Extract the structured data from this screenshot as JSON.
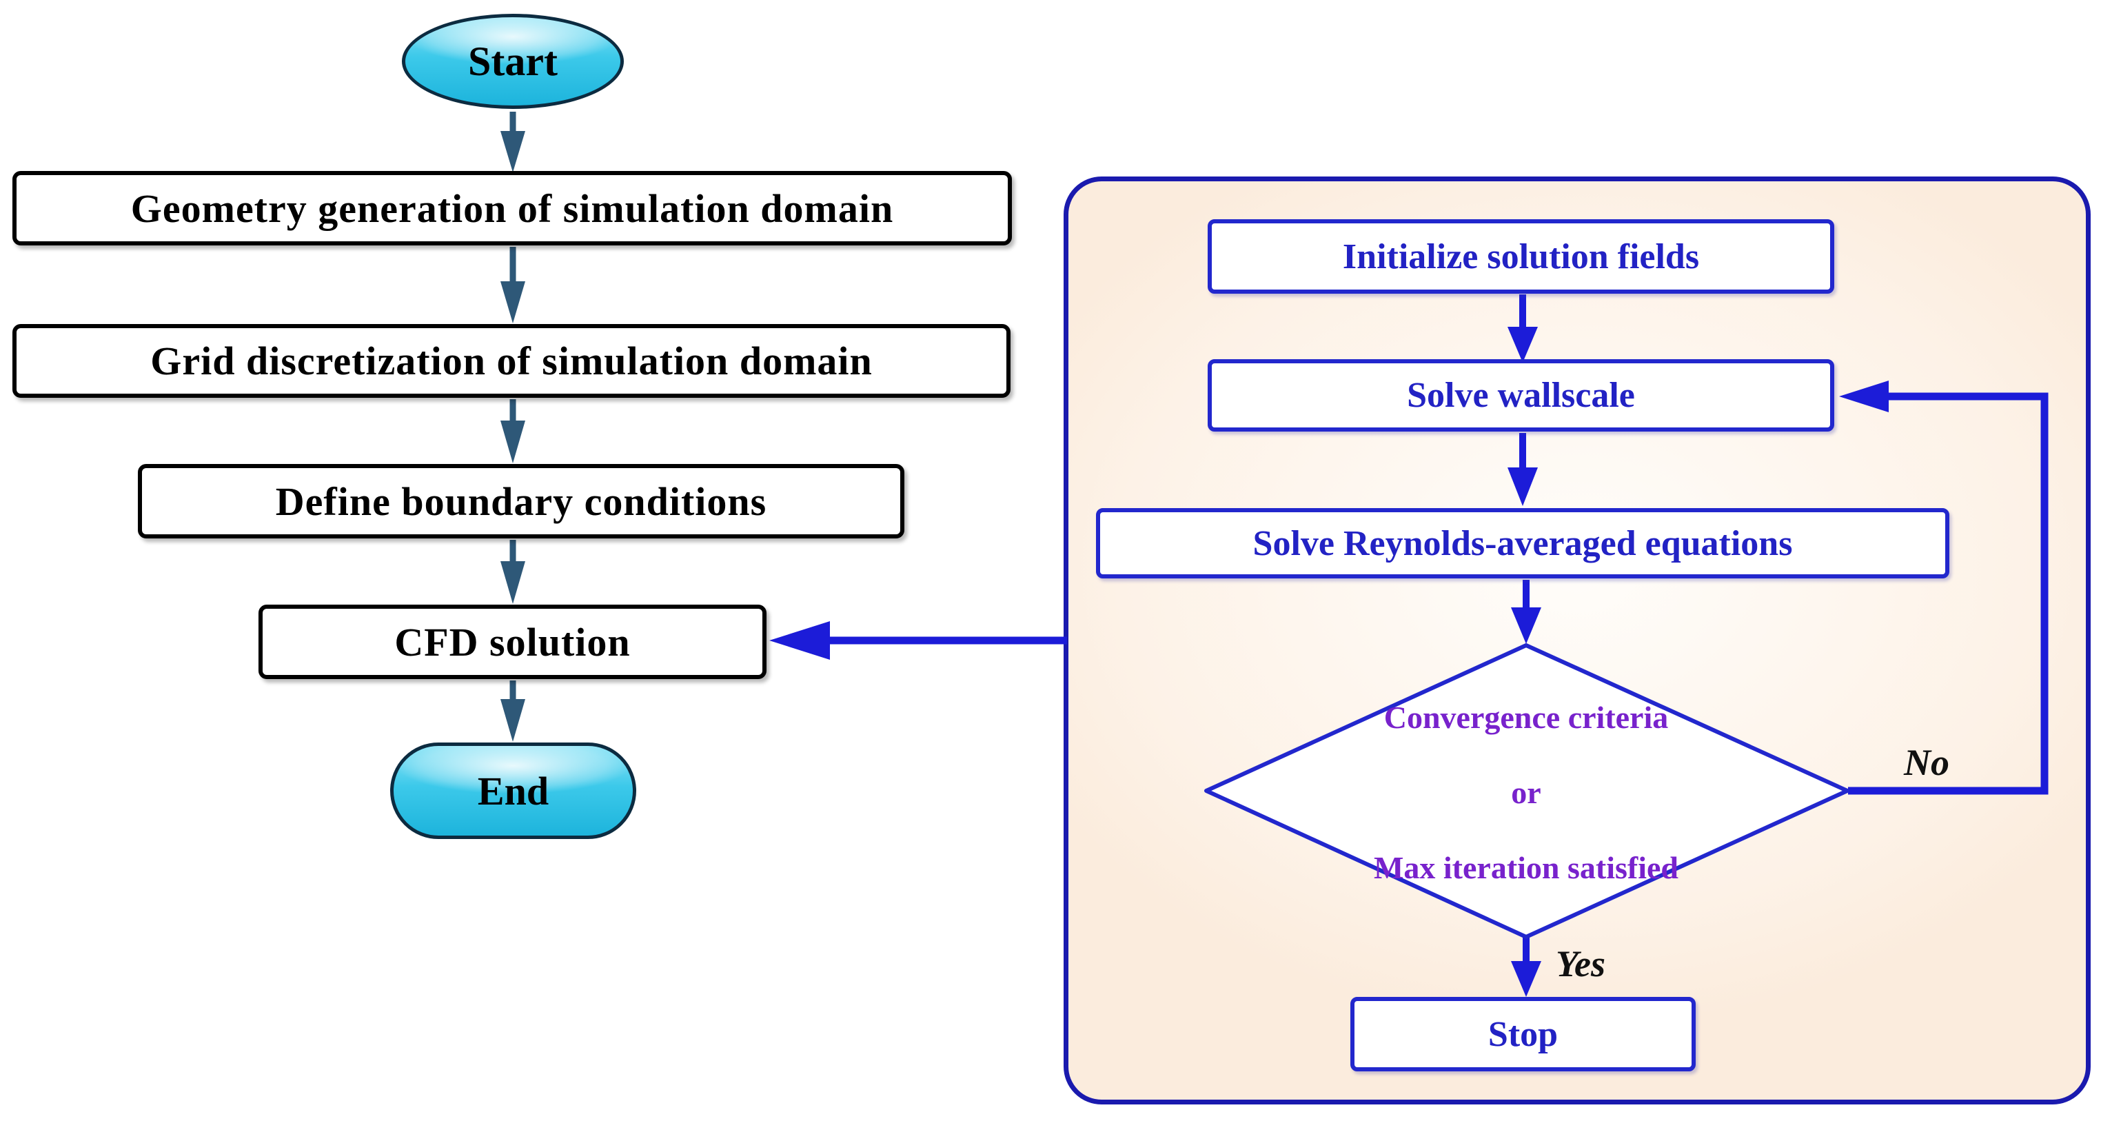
{
  "left_flow": {
    "start_label": "Start",
    "geometry_label": "Geometry generation of simulation domain",
    "grid_label": "Grid discretization of simulation domain",
    "boundary_label": "Define boundary conditions",
    "cfd_label": "CFD solution",
    "end_label": "End"
  },
  "solver_panel": {
    "initialize_label": "Initialize solution fields",
    "wallscale_label": "Solve wallscale",
    "reynolds_label": "Solve Reynolds-averaged equations",
    "decision_line1": "Convergence criteria",
    "decision_line2": "or",
    "decision_line3": "Max iteration satisfied",
    "no_label": "No",
    "yes_label": "Yes",
    "stop_label": "Stop"
  },
  "edges": [
    {
      "from": "Start",
      "to": "Geometry generation of simulation domain"
    },
    {
      "from": "Geometry generation of simulation domain",
      "to": "Grid discretization of simulation domain"
    },
    {
      "from": "Grid discretization of simulation domain",
      "to": "Define boundary conditions"
    },
    {
      "from": "Define boundary conditions",
      "to": "CFD solution"
    },
    {
      "from": "CFD solution",
      "to": "End"
    },
    {
      "from": "solver-panel",
      "to": "CFD solution"
    },
    {
      "from": "Initialize solution fields",
      "to": "Solve wallscale"
    },
    {
      "from": "Solve wallscale",
      "to": "Solve Reynolds-averaged equations"
    },
    {
      "from": "Solve Reynolds-averaged equations",
      "to": "Convergence criteria or Max iteration satisfied"
    },
    {
      "from": "Convergence criteria or Max iteration satisfied",
      "to": "Solve wallscale",
      "label": "No"
    },
    {
      "from": "Convergence criteria or Max iteration satisfied",
      "to": "Stop",
      "label": "Yes"
    }
  ],
  "colors": {
    "terminal_fill": "#2cc3e8",
    "terminal_highlight": "#aeeffb",
    "terminal_border": "#0c2b40",
    "left_box_border": "#000000",
    "left_text": "#000000",
    "left_arrow": "#2e5878",
    "panel_background": "#fdf2e7",
    "panel_border": "#1a1aae",
    "blue_box_border": "#2227cd",
    "blue_text": "#2222c4",
    "blue_arrow": "#1c1cd8",
    "decision_text": "#7822cc",
    "branch_label_text": "#111111"
  }
}
